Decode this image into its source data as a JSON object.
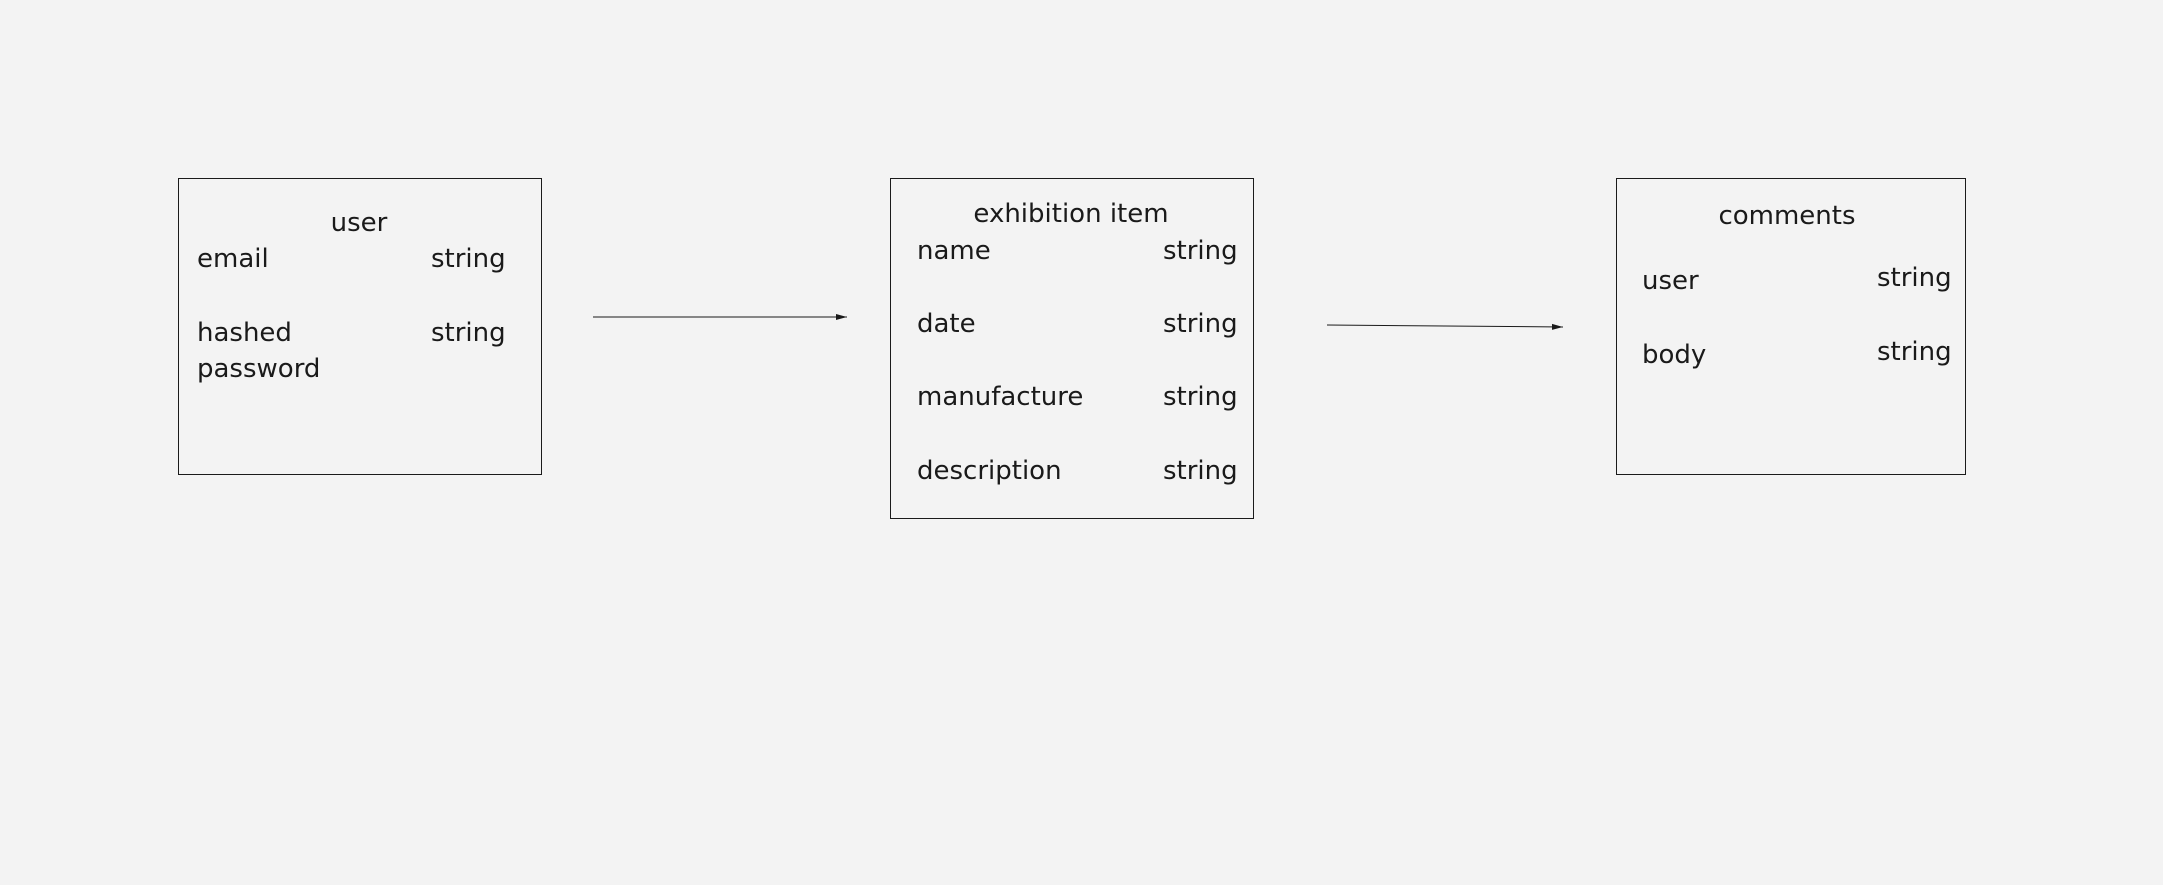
{
  "entities": {
    "user": {
      "title": "user",
      "fields": [
        {
          "name": "email",
          "type": "string"
        },
        {
          "name": "hashed",
          "name_line2": "password",
          "type": "string"
        }
      ]
    },
    "exhibition_item": {
      "title": "exhibition item",
      "fields": [
        {
          "name": "name",
          "type": "string"
        },
        {
          "name": "date",
          "type": "string"
        },
        {
          "name": "manufacture",
          "type": "string"
        },
        {
          "name": "description",
          "type": "string"
        }
      ]
    },
    "comments": {
      "title": "comments",
      "fields": [
        {
          "name": "user",
          "type": "string"
        },
        {
          "name": "body",
          "type": "string"
        }
      ]
    }
  },
  "relations": [
    {
      "from": "user",
      "to": "exhibition item"
    },
    {
      "from": "exhibition item",
      "to": "comments"
    }
  ],
  "colors": {
    "background": "#f3f3f3",
    "stroke": "#1a1a1a"
  }
}
